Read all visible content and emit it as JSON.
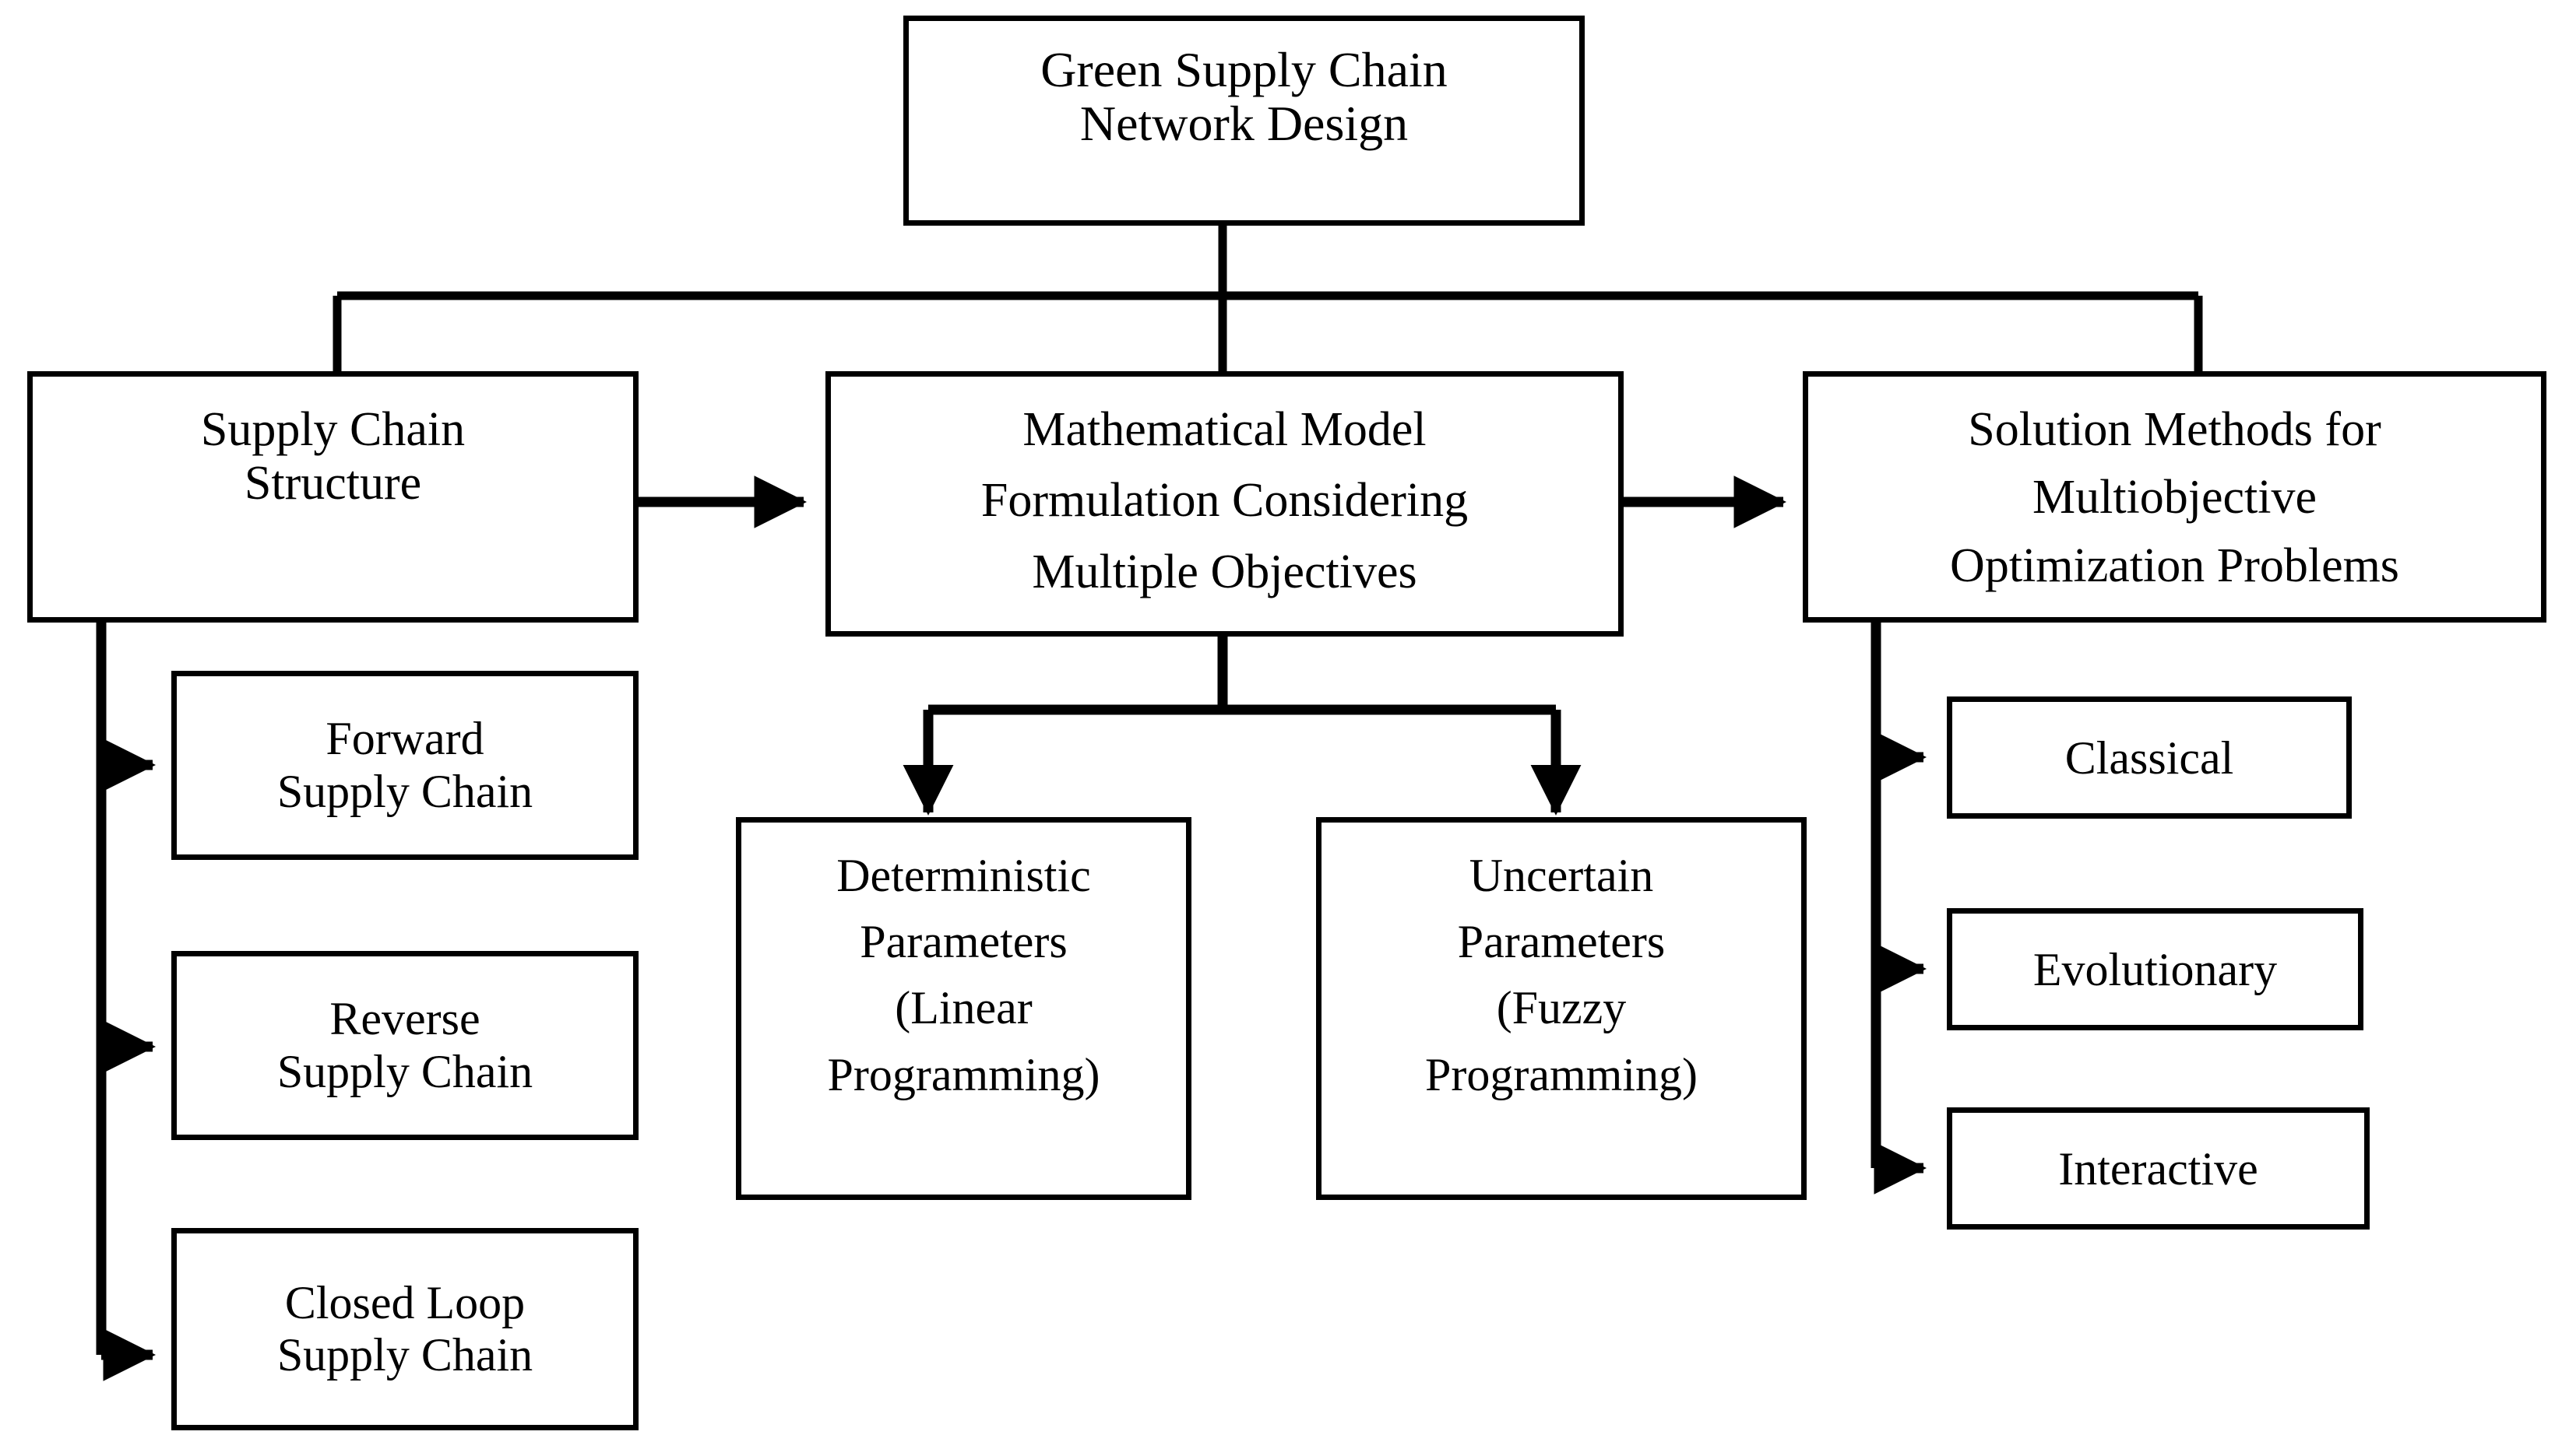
{
  "diagram": {
    "type": "hierarchical-flowchart",
    "title": "Green Supply Chain Network Design",
    "background_color": "#ffffff",
    "line_color": "#000000",
    "text_color": "#000000",
    "root": {
      "id": "root",
      "lines": [
        "Green Supply Chain",
        "Network Design"
      ]
    },
    "level2": [
      {
        "id": "supply-chain-structure",
        "lines": [
          "Supply Chain",
          "Structure"
        ]
      },
      {
        "id": "mathematical-model-formulation",
        "lines": [
          "Mathematical Model",
          "Formulation Considering",
          "Multiple Objectives"
        ]
      },
      {
        "id": "solution-methods",
        "lines": [
          "Solution Methods for",
          "Multiobjective",
          "Optimization Problems"
        ]
      }
    ],
    "supply_chain_children": [
      {
        "id": "forward-supply-chain",
        "lines": [
          "Forward",
          "Supply Chain"
        ]
      },
      {
        "id": "reverse-supply-chain",
        "lines": [
          "Reverse",
          "Supply Chain"
        ]
      },
      {
        "id": "closed-loop-supply-chain",
        "lines": [
          "Closed Loop",
          "Supply Chain"
        ]
      }
    ],
    "model_children": [
      {
        "id": "deterministic-parameters",
        "lines": [
          "Deterministic",
          "Parameters",
          "(Linear",
          "Programming)"
        ]
      },
      {
        "id": "uncertain-parameters",
        "lines": [
          "Uncertain",
          "Parameters",
          "(Fuzzy",
          "Programming)"
        ]
      }
    ],
    "solution_children": [
      {
        "id": "classical",
        "lines": [
          "Classical"
        ]
      },
      {
        "id": "evolutionary",
        "lines": [
          "Evolutionary"
        ]
      },
      {
        "id": "interactive",
        "lines": [
          "Interactive"
        ]
      }
    ]
  }
}
